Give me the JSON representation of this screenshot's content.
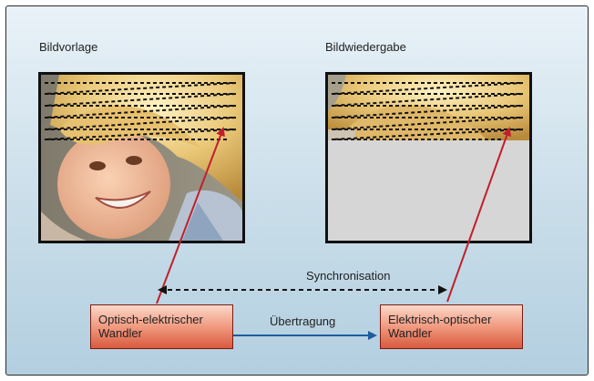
{
  "labels": {
    "source_title": "Bildvorlage",
    "reproduction_title": "Bildwiedergabe",
    "sync_label": "Synchronisation",
    "transfer_label": "Übertragung"
  },
  "boxes": {
    "converter_left": {
      "line1": "Optisch-elektrischer",
      "line2": "Wandler"
    },
    "converter_right": {
      "line1": "Elektrisch-optischer",
      "line2": "Wandler"
    }
  },
  "colors": {
    "scan_arrow": "#c21f2c",
    "transfer_arrow": "#1f5e9c",
    "sync_arrow": "#111111",
    "box_fill": "#ef8f73"
  },
  "icons": {
    "source_image": "child-face-photo",
    "reproduction_image": "partial-scanned-image"
  }
}
